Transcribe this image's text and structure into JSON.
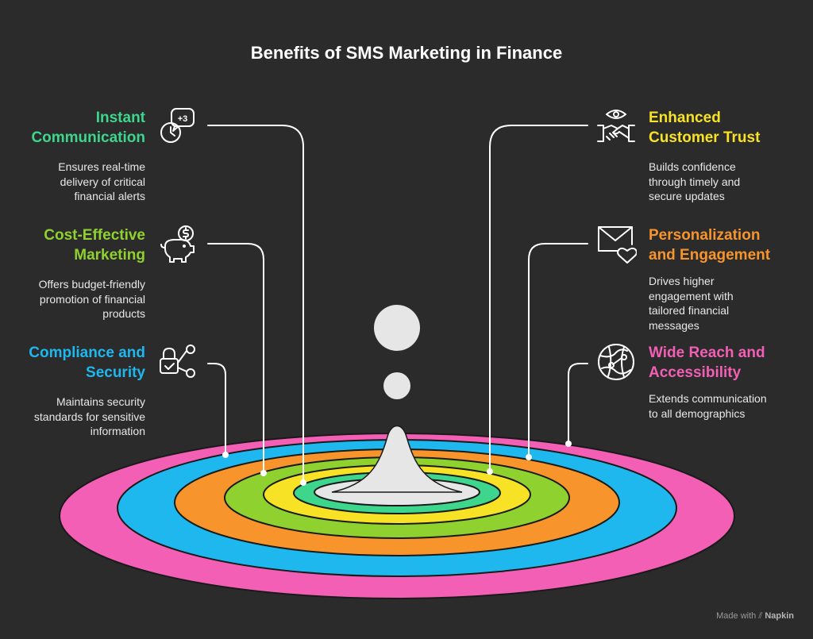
{
  "title": "Benefits of SMS Marketing in Finance",
  "items": [
    {
      "heading_lines": [
        "Instant",
        "Communication"
      ],
      "description_lines": [
        "Ensures real-time",
        "delivery of critical",
        "financial alerts"
      ],
      "color": "#3dd68c",
      "icon": "clock-plus-icon"
    },
    {
      "heading_lines": [
        "Cost-Effective",
        "Marketing"
      ],
      "description_lines": [
        "Offers budget-friendly",
        "promotion of financial",
        "products"
      ],
      "color": "#8fd12f",
      "icon": "piggy-bank-icon"
    },
    {
      "heading_lines": [
        "Compliance and",
        "Security"
      ],
      "description_lines": [
        "Maintains security",
        "standards for sensitive",
        "information"
      ],
      "color": "#1fb8ee",
      "icon": "lock-share-icon"
    },
    {
      "heading_lines": [
        "Enhanced",
        "Customer Trust"
      ],
      "description_lines": [
        "Builds confidence",
        "through timely and",
        "secure updates"
      ],
      "color": "#f7e225",
      "icon": "handshake-icon"
    },
    {
      "heading_lines": [
        "Personalization",
        "and Engagement"
      ],
      "description_lines": [
        "Drives higher",
        "engagement with",
        "tailored financial",
        "messages"
      ],
      "color": "#f7952c",
      "icon": "mail-heart-icon"
    },
    {
      "heading_lines": [
        "Wide Reach and",
        "Accessibility"
      ],
      "description_lines": [
        "Extends communication",
        "to all demographics"
      ],
      "color": "#f25fb5",
      "icon": "globe-network-icon"
    }
  ],
  "ring_colors": [
    "#f25fb5",
    "#1fb8ee",
    "#f7952c",
    "#8fd12f",
    "#f7e225",
    "#3dd68c"
  ],
  "footer": {
    "prefix": "Made with",
    "brand": "Napkin"
  }
}
